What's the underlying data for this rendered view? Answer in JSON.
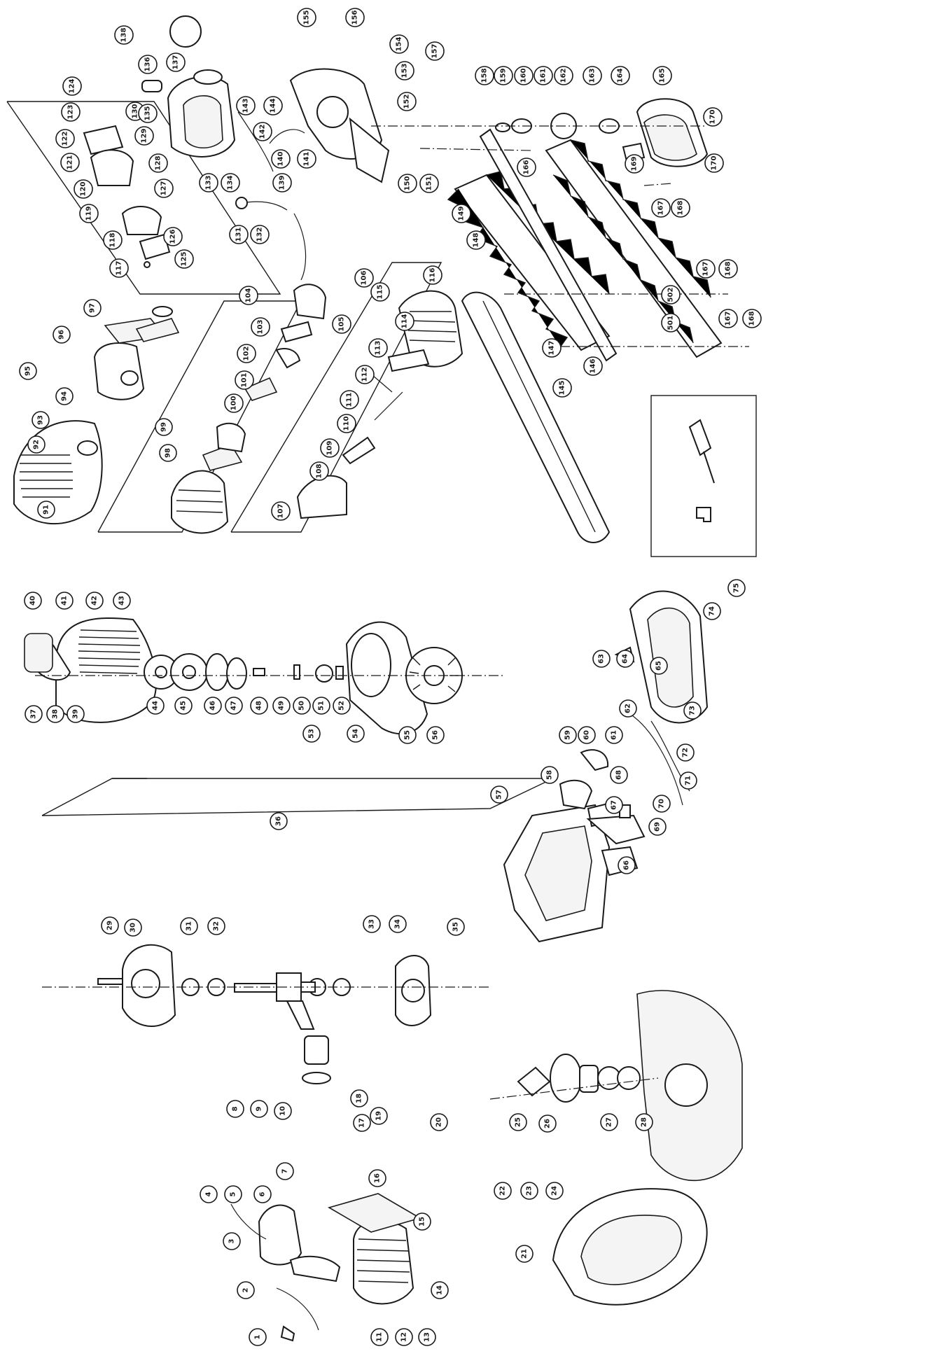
{
  "labels": [
    "1",
    "2",
    "3",
    "4",
    "5",
    "6",
    "7",
    "8",
    "9",
    "10",
    "11",
    "12",
    "13",
    "14",
    "15",
    "16",
    "17",
    "18",
    "19",
    "20",
    "21",
    "22",
    "23",
    "24",
    "25",
    "26",
    "27",
    "28",
    "29",
    "30",
    "31",
    "32",
    "33",
    "34",
    "35",
    "36",
    "37",
    "38",
    "39",
    "40",
    "41",
    "42",
    "43",
    "44",
    "45",
    "46",
    "47",
    "48",
    "49",
    "50",
    "51",
    "52",
    "53",
    "54",
    "55",
    "56",
    "57",
    "58",
    "59",
    "60",
    "61",
    "62",
    "63",
    "64",
    "65",
    "66",
    "67",
    "68",
    "69",
    "70",
    "71",
    "72",
    "73",
    "74",
    "75",
    "91",
    "92",
    "93",
    "94",
    "95",
    "96",
    "97",
    "98",
    "99",
    "100",
    "101",
    "102",
    "103",
    "104",
    "105",
    "106",
    "107",
    "108",
    "109",
    "110",
    "111",
    "112",
    "113",
    "114",
    "115",
    "116",
    "117",
    "118",
    "119",
    "120",
    "121",
    "122",
    "123",
    "124",
    "125",
    "126",
    "127",
    "128",
    "129",
    "130",
    "131",
    "132",
    "133",
    "134",
    "135",
    "136",
    "137",
    "138",
    "139",
    "140",
    "141",
    "142",
    "143",
    "144",
    "145",
    "146",
    "147",
    "148",
    "149",
    "150",
    "151",
    "152",
    "153",
    "154",
    "155",
    "156",
    "157",
    "158",
    "159",
    "160",
    "161",
    "162",
    "163",
    "164",
    "165",
    "166",
    "167",
    "168",
    "169",
    "170",
    "501",
    "502"
  ],
  "callouts": [
    [
      "1",
      368,
      1910
    ],
    [
      "2",
      351,
      1843
    ],
    [
      "3",
      331,
      1773
    ],
    [
      "4",
      298,
      1706
    ],
    [
      "5",
      333,
      1706
    ],
    [
      "6",
      375,
      1706
    ],
    [
      "7",
      407,
      1673
    ],
    [
      "11",
      542,
      1910
    ],
    [
      "12",
      577,
      1910
    ],
    [
      "13",
      610,
      1910
    ],
    [
      "14",
      628,
      1843
    ],
    [
      "15",
      603,
      1745
    ],
    [
      "16",
      539,
      1683
    ],
    [
      "17",
      517,
      1604
    ],
    [
      "18",
      513,
      1569
    ],
    [
      "19",
      541,
      1594
    ],
    [
      "8",
      336,
      1584
    ],
    [
      "9",
      370,
      1584
    ],
    [
      "10",
      404,
      1587
    ],
    [
      "20",
      627,
      1603
    ],
    [
      "21",
      749,
      1791
    ],
    [
      "22",
      718,
      1701
    ],
    [
      "23",
      756,
      1701
    ],
    [
      "24",
      792,
      1701
    ],
    [
      "25",
      740,
      1603
    ],
    [
      "26",
      782,
      1605
    ],
    [
      "27",
      870,
      1603
    ],
    [
      "28",
      920,
      1603
    ],
    [
      "29",
      157,
      1322
    ],
    [
      "30",
      190,
      1325
    ],
    [
      "31",
      270,
      1323
    ],
    [
      "32",
      309,
      1323
    ],
    [
      "36",
      398,
      1173
    ],
    [
      "33",
      531,
      1320
    ],
    [
      "34",
      568,
      1320
    ],
    [
      "35",
      651,
      1324
    ],
    [
      "37",
      48,
      1020
    ],
    [
      "38",
      79,
      1020
    ],
    [
      "39",
      108,
      1020
    ],
    [
      "40",
      47,
      858
    ],
    [
      "41",
      92,
      858
    ],
    [
      "42",
      135,
      858
    ],
    [
      "43",
      174,
      858
    ],
    [
      "44",
      222,
      1008
    ],
    [
      "45",
      262,
      1008
    ],
    [
      "46",
      304,
      1008
    ],
    [
      "47",
      334,
      1008
    ],
    [
      "48",
      370,
      1008
    ],
    [
      "49",
      402,
      1008
    ],
    [
      "50",
      431,
      1008
    ],
    [
      "51",
      459,
      1008
    ],
    [
      "52",
      488,
      1008
    ],
    [
      "53",
      445,
      1048
    ],
    [
      "54",
      508,
      1048
    ],
    [
      "55",
      582,
      1050
    ],
    [
      "56",
      622,
      1050
    ],
    [
      "57",
      713,
      1135
    ],
    [
      "58",
      785,
      1107
    ],
    [
      "59",
      811,
      1050
    ],
    [
      "60",
      838,
      1050
    ],
    [
      "61",
      877,
      1050
    ],
    [
      "62",
      897,
      1012
    ],
    [
      "63",
      859,
      941
    ],
    [
      "64",
      893,
      941
    ],
    [
      "65",
      941,
      951
    ],
    [
      "66",
      895,
      1236
    ],
    [
      "67",
      877,
      1150
    ],
    [
      "68",
      884,
      1107
    ],
    [
      "69",
      939,
      1181
    ],
    [
      "70",
      945,
      1148
    ],
    [
      "71",
      983,
      1115
    ],
    [
      "72",
      979,
      1075
    ],
    [
      "73",
      989,
      1015
    ],
    [
      "74",
      1017,
      873
    ],
    [
      "75",
      1052,
      840
    ],
    [
      "91",
      66,
      728
    ],
    [
      "92",
      52,
      635
    ],
    [
      "93",
      58,
      600
    ],
    [
      "94",
      92,
      566
    ],
    [
      "95",
      40,
      530
    ],
    [
      "96",
      88,
      478
    ],
    [
      "97",
      132,
      440
    ],
    [
      "98",
      240,
      647
    ],
    [
      "99",
      234,
      610
    ],
    [
      "100",
      334,
      576
    ],
    [
      "101",
      349,
      543
    ],
    [
      "102",
      352,
      505
    ],
    [
      "103",
      372,
      467
    ],
    [
      "104",
      355,
      422
    ],
    [
      "105",
      488,
      463
    ],
    [
      "106",
      520,
      397
    ],
    [
      "107",
      401,
      730
    ],
    [
      "108",
      456,
      673
    ],
    [
      "109",
      471,
      640
    ],
    [
      "110",
      495,
      605
    ],
    [
      "111",
      499,
      571
    ],
    [
      "112",
      521,
      535
    ],
    [
      "113",
      540,
      497
    ],
    [
      "114",
      578,
      459
    ],
    [
      "115",
      543,
      417
    ],
    [
      "116",
      618,
      393
    ],
    [
      "117",
      170,
      383
    ],
    [
      "118",
      161,
      343
    ],
    [
      "119",
      127,
      305
    ],
    [
      "120",
      119,
      270
    ],
    [
      "121",
      100,
      232
    ],
    [
      "122",
      93,
      198
    ],
    [
      "123",
      101,
      160
    ],
    [
      "124",
      103,
      123
    ],
    [
      "125",
      263,
      370
    ],
    [
      "126",
      247,
      338
    ],
    [
      "127",
      234,
      269
    ],
    [
      "128",
      226,
      233
    ],
    [
      "129",
      206,
      194
    ],
    [
      "130",
      193,
      159
    ],
    [
      "131",
      341,
      335
    ],
    [
      "132",
      371,
      335
    ],
    [
      "133",
      298,
      261
    ],
    [
      "134",
      329,
      261
    ],
    [
      "135",
      211,
      162
    ],
    [
      "136",
      211,
      92
    ],
    [
      "137",
      251,
      89
    ],
    [
      "138",
      177,
      50
    ],
    [
      "139",
      403,
      261
    ],
    [
      "140",
      401,
      227
    ],
    [
      "141",
      438,
      227
    ],
    [
      "142",
      375,
      188
    ],
    [
      "143",
      351,
      151
    ],
    [
      "144",
      390,
      151
    ],
    [
      "145",
      803,
      554
    ],
    [
      "146",
      847,
      523
    ],
    [
      "147",
      788,
      497
    ],
    [
      "148",
      680,
      343
    ],
    [
      "149",
      659,
      305
    ],
    [
      "150",
      582,
      262
    ],
    [
      "151",
      613,
      262
    ],
    [
      "152",
      581,
      145
    ],
    [
      "153",
      578,
      101
    ],
    [
      "154",
      570,
      63
    ],
    [
      "155",
      438,
      25
    ],
    [
      "156",
      507,
      25
    ],
    [
      "157",
      621,
      73
    ],
    [
      "158",
      692,
      108
    ],
    [
      "159",
      719,
      108
    ],
    [
      "160",
      748,
      108
    ],
    [
      "161",
      776,
      108
    ],
    [
      "162",
      805,
      108
    ],
    [
      "163",
      846,
      108
    ],
    [
      "164",
      886,
      108
    ],
    [
      "165",
      946,
      108
    ],
    [
      "166",
      752,
      239
    ],
    [
      "167",
      944,
      297
    ],
    [
      "168",
      972,
      297
    ],
    [
      "169",
      906,
      234
    ],
    [
      "170",
      1018,
      167
    ],
    [
      "170",
      1020,
      233
    ],
    [
      "167",
      1008,
      384
    ],
    [
      "168",
      1040,
      384
    ],
    [
      "167",
      1040,
      455
    ],
    [
      "168",
      1074,
      455
    ],
    [
      "501",
      958,
      461
    ],
    [
      "502",
      958,
      421
    ]
  ]
}
